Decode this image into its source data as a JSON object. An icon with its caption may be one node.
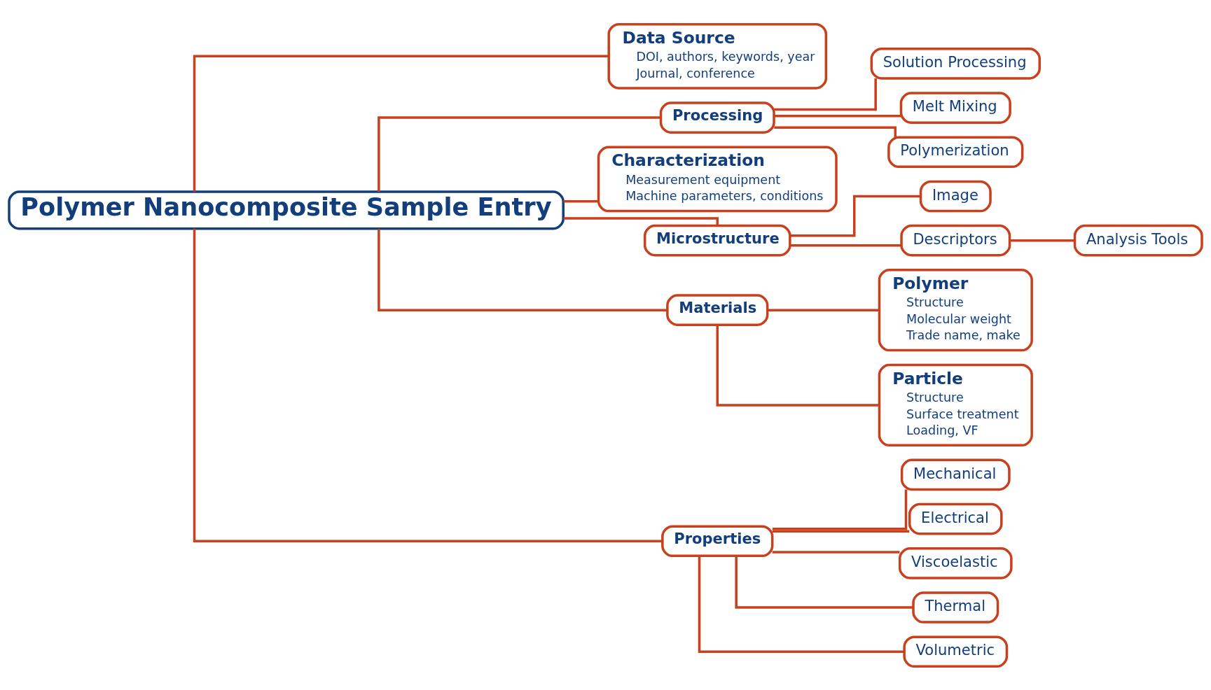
{
  "diagram": {
    "nodes": [
      {
        "text": [
          "Polymer Nanocomposite Sample Entry"
        ]
      },
      {
        "text": [
          "Data Source",
          "DOI, authors, keywords, year",
          "Journal, conference"
        ]
      },
      {
        "text": [
          "Processing"
        ]
      },
      {
        "text": [
          "Solution Processing"
        ]
      },
      {
        "text": [
          "Melt Mixing"
        ]
      },
      {
        "text": [
          "Polymerization"
        ]
      },
      {
        "text": [
          "Characterization",
          "Measurement equipment",
          "Machine parameters, conditions"
        ]
      },
      {
        "text": [
          "Microstructure"
        ]
      },
      {
        "text": [
          "Image"
        ]
      },
      {
        "text": [
          "Descriptors"
        ]
      },
      {
        "text": [
          "Analysis Tools"
        ]
      },
      {
        "text": [
          "Materials"
        ]
      },
      {
        "text": [
          "Polymer",
          "Structure",
          "Molecular weight",
          "Trade name, make"
        ]
      },
      {
        "text": [
          "Particle",
          "Structure",
          "Surface treatment",
          "Loading, VF"
        ]
      },
      {
        "text": [
          "Properties"
        ]
      },
      {
        "text": [
          "Mechanical"
        ]
      },
      {
        "text": [
          "Electrical"
        ]
      },
      {
        "text": [
          "Viscoelastic"
        ]
      },
      {
        "text": [
          "Thermal"
        ]
      },
      {
        "text": [
          "Volumetric"
        ]
      }
    ],
    "edges": [
      {
        "from": 0,
        "to": 1,
        "arrow": "none"
      },
      {
        "from": 0,
        "to": 2,
        "arrow": "none"
      },
      {
        "from": 0,
        "to": 6,
        "arrow": "none"
      },
      {
        "from": 0,
        "to": 7,
        "arrow": "none"
      },
      {
        "from": 0,
        "to": 11,
        "arrow": "none"
      },
      {
        "from": 0,
        "to": 14,
        "arrow": "none"
      },
      {
        "from": 2,
        "to": 3,
        "arrow": "none"
      },
      {
        "from": 2,
        "to": 4,
        "arrow": "none"
      },
      {
        "from": 2,
        "to": 5,
        "arrow": "none"
      },
      {
        "from": 7,
        "to": 8,
        "arrow": "none"
      },
      {
        "from": 7,
        "to": 9,
        "arrow": "none"
      },
      {
        "from": 9,
        "to": 10,
        "arrow": "none"
      },
      {
        "from": 11,
        "to": 12,
        "arrow": "none"
      },
      {
        "from": 11,
        "to": 13,
        "arrow": "none"
      },
      {
        "from": 14,
        "to": 15,
        "arrow": "none"
      },
      {
        "from": 14,
        "to": 16,
        "arrow": "none"
      },
      {
        "from": 14,
        "to": 17,
        "arrow": "none"
      },
      {
        "from": 14,
        "to": 18,
        "arrow": "none"
      },
      {
        "from": 14,
        "to": 19,
        "arrow": "none"
      }
    ]
  }
}
